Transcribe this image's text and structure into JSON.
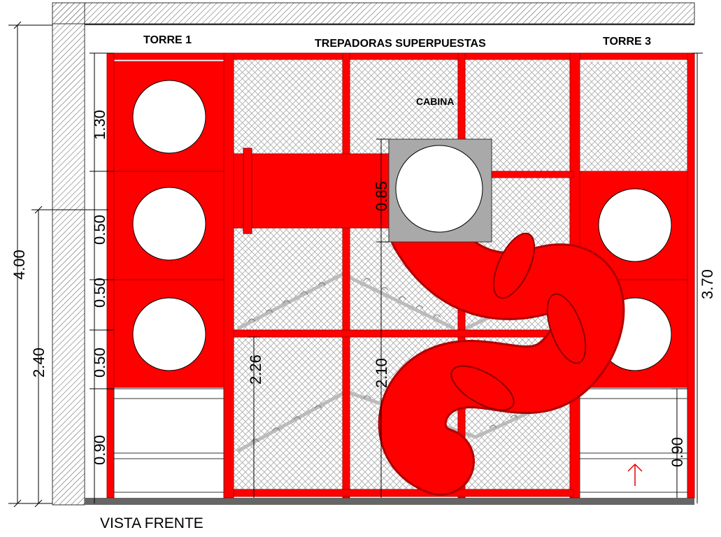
{
  "labels": {
    "tower1": "TORRE 1",
    "climbers": "TREPADORAS SUPERPUESTAS",
    "tower3": "TORRE 3",
    "cabin": "CABINA",
    "view": "VISTA FRENTE"
  },
  "dimensions": {
    "total_height": "4.00",
    "lower_height": "2.40",
    "t1_top": "1.30",
    "t1_mid1": "0.50",
    "t1_mid2": "0.50",
    "t1_mid3": "0.50",
    "t1_bottom": "0.90",
    "climber_left": "2.26",
    "cabin_height": "0.85",
    "climber_right": "2.10",
    "t3_height": "3.70",
    "t3_bottom": "0.90"
  },
  "colors": {
    "structure_red": "#ff0000",
    "dark_red": "#b00000",
    "cabin_gray": "#a9a9a9",
    "wall_hatch": "#555555",
    "mesh": "#9a9a9a"
  },
  "icons": {
    "arrow": "arrow-up-icon"
  }
}
